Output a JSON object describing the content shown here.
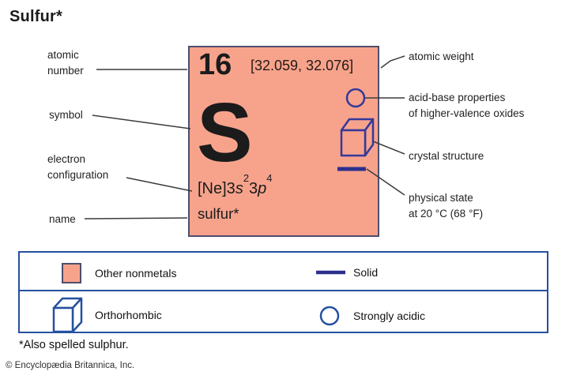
{
  "title": "Sulfur*",
  "colors": {
    "salmon": "#f7a38c",
    "card-border": "#4e4e6e",
    "legend-border": "#2650a0",
    "icon-navy": "#35399a",
    "leader": "#3c3c3c"
  },
  "card": {
    "atomic_number": "16",
    "atomic_weight": "[32.059, 32.076]",
    "symbol": "S",
    "electron_config": {
      "base1": "[Ne]3",
      "orbital1": "s",
      "sup1": "2",
      "base2": "3",
      "orbital2": "p",
      "sup2": "4"
    },
    "name": "sulfur*"
  },
  "left_labels": {
    "atomic_number_line1": "atomic",
    "atomic_number_line2": "number",
    "symbol": "symbol",
    "electron_line1": "electron",
    "electron_line2": "configuration",
    "name": "name"
  },
  "right_labels": {
    "atomic_weight": "atomic weight",
    "acid_base_line1": "acid-base properties",
    "acid_base_line2": "of higher-valence oxides",
    "crystal_structure": "crystal structure",
    "physical_state_line1": "physical state",
    "physical_state_line2": "at 20 °C (68 °F)"
  },
  "legend": {
    "other_nonmetals": "Other nonmetals",
    "solid": "Solid",
    "orthorhombic": "Orthorhombic",
    "strongly_acidic": "Strongly acidic"
  },
  "footnote": "*Also spelled sulphur.",
  "copyright": "© Encyclopædia Britannica, Inc."
}
